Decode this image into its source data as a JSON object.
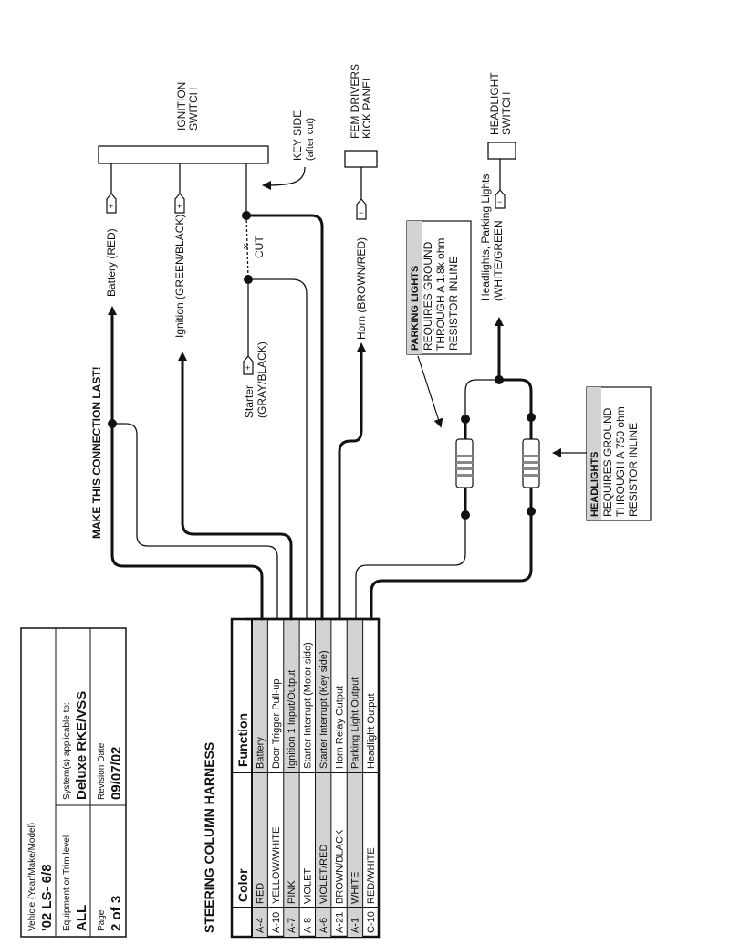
{
  "title_block": {
    "vehicle_label": "Vehicle (Year/Make/Model)",
    "vehicle_value": "'02 LS- 6/8",
    "trim_label": "Equipment or Trim level",
    "trim_value": "ALL",
    "system_label": "System(s) applicable to:",
    "system_value": "Deluxe RKE/VSS",
    "page_label": "Page",
    "page_value": "2 of 3",
    "revision_label": "Revision Date",
    "revision_value": "09/07/02"
  },
  "harness": {
    "title": "STEERING COLUMN HARNESS",
    "headers": [
      "",
      "Color",
      "Function"
    ],
    "rows": [
      {
        "pin": "A-4",
        "color": "RED",
        "function": "Battery",
        "shaded": true
      },
      {
        "pin": "A-10",
        "color": "YELLOW/WHITE",
        "function": "Door Trigger Pull-up",
        "shaded": false
      },
      {
        "pin": "A-7",
        "color": "PINK",
        "function": "Ignition 1 Input/Output",
        "shaded": true
      },
      {
        "pin": "A-8",
        "color": "VIOLET",
        "function": "Starter Interrupt (Motor side)",
        "shaded": false
      },
      {
        "pin": "A-6",
        "color": "VIOLET/RED",
        "function": "Starter Interrupt (Key side)",
        "shaded": true
      },
      {
        "pin": "A-21",
        "color": "BROWN/BLACK",
        "function": "Horn Relay Output",
        "shaded": false
      },
      {
        "pin": "A-1",
        "color": "WHITE",
        "function": "Parking Light Output",
        "shaded": true
      },
      {
        "pin": "C-10",
        "color": "RED/WHITE",
        "function": "Headlight Output",
        "shaded": false
      }
    ]
  },
  "labels": {
    "ignition_switch": [
      "IGNITION",
      "SWITCH"
    ],
    "key_side": [
      "KEY SIDE",
      "(after cut)"
    ],
    "fem_kick_panel": [
      "FEM DRIVERS",
      "KICK PANEL"
    ],
    "headlight_switch": [
      "HEADLIGHT",
      "SWITCH"
    ],
    "battery_wire": "Battery (RED)",
    "ignition_wire": "Ignition (GREEN/BLACK)",
    "starter_wire": [
      "Starter",
      "(GRAY/BLACK)"
    ],
    "cut": "CUT",
    "horn_wire": "Horn (BROWN/RED)",
    "headlight_wire": [
      "Headlights, Parking Lights",
      "(WHITE/GREEN"
    ],
    "connection_last": "MAKE THIS CONNECTION LAST!",
    "plus": "+",
    "minus": "−"
  },
  "notes": {
    "parking": {
      "title": "PARKING LIGHTS",
      "lines": [
        "REQUIRES GROUND",
        "THROUGH A 1.8k ohm",
        "RESISTOR INLINE"
      ]
    },
    "headlights": {
      "title": "HEADLIGHTS",
      "lines": [
        "REQUIRES GROUND",
        "THROUGH A 750 ohm",
        "RESISTOR INLINE"
      ]
    }
  },
  "colors": {
    "shade": "#d3d3d3",
    "line": "#111111"
  }
}
